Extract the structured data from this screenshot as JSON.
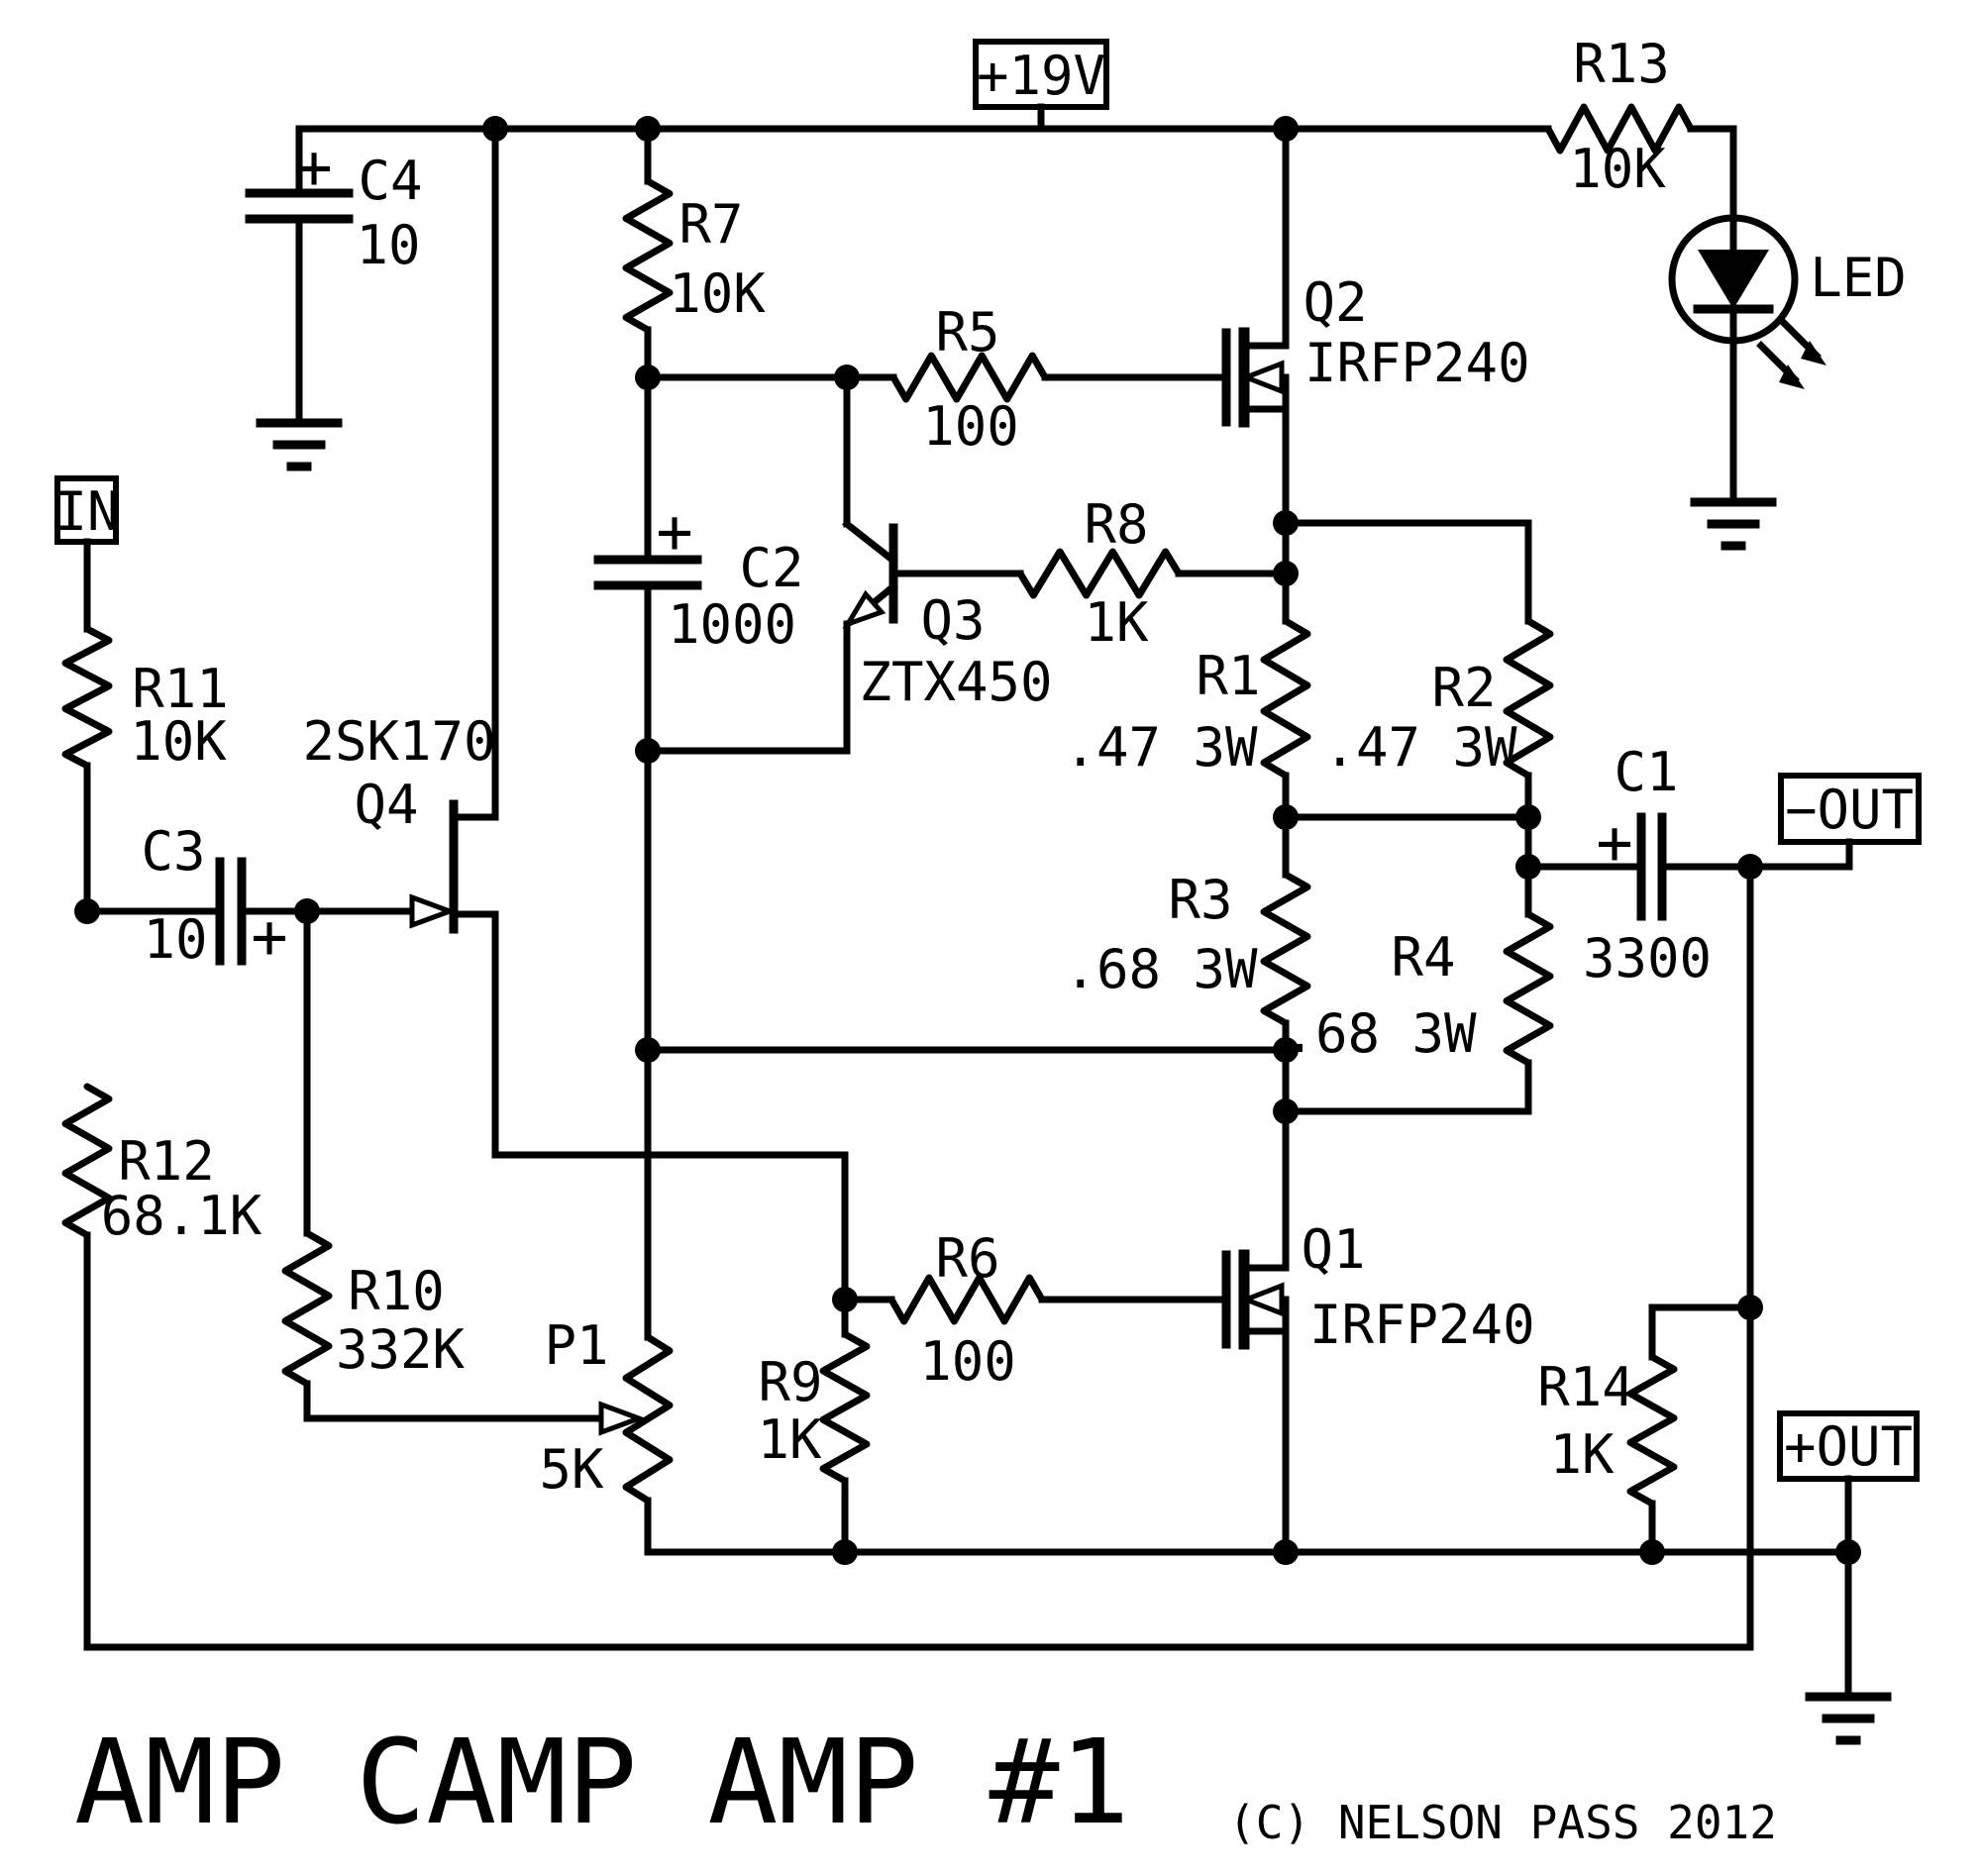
{
  "title": "AMP CAMP AMP #1",
  "copyright": "(C) NELSON PASS 2012",
  "colors": {
    "ink": "#000000",
    "background": "#ffffff"
  },
  "power": {
    "rail_label": "+19V"
  },
  "ports": {
    "in": "IN",
    "neg_out": "−OUT",
    "pos_out": "+OUT"
  },
  "components": {
    "R1": {
      "ref": "R1",
      "value": ".47 3W"
    },
    "R2": {
      "ref": "R2",
      "value": ".47 3W"
    },
    "R3": {
      "ref": "R3",
      "value": ".68 3W"
    },
    "R4": {
      "ref": "R4",
      "value": ".68 3W"
    },
    "R5": {
      "ref": "R5",
      "value": "100"
    },
    "R6": {
      "ref": "R6",
      "value": "100"
    },
    "R7": {
      "ref": "R7",
      "value": "10K"
    },
    "R8": {
      "ref": "R8",
      "value": "1K"
    },
    "R9": {
      "ref": "R9",
      "value": "1K"
    },
    "R10": {
      "ref": "R10",
      "value": "332K"
    },
    "R11": {
      "ref": "R11",
      "value": "10K"
    },
    "R12": {
      "ref": "R12",
      "value": "68.1K"
    },
    "R13": {
      "ref": "R13",
      "value": "10K"
    },
    "R14": {
      "ref": "R14",
      "value": "1K"
    },
    "P1": {
      "ref": "P1",
      "value": "5K"
    },
    "C1": {
      "ref": "C1",
      "value": "3300",
      "polarity": "+"
    },
    "C2": {
      "ref": "C2",
      "value": "1000",
      "polarity": "+"
    },
    "C3": {
      "ref": "C3",
      "value": "10",
      "polarity": "+"
    },
    "C4": {
      "ref": "C4",
      "value": "10",
      "polarity": "+"
    },
    "Q1": {
      "ref": "Q1",
      "part": "IRFP240"
    },
    "Q2": {
      "ref": "Q2",
      "part": "IRFP240"
    },
    "Q3": {
      "ref": "Q3",
      "part": "ZTX450"
    },
    "Q4": {
      "ref": "Q4",
      "part": "2SK170"
    },
    "LED1": {
      "ref": "LED"
    }
  }
}
